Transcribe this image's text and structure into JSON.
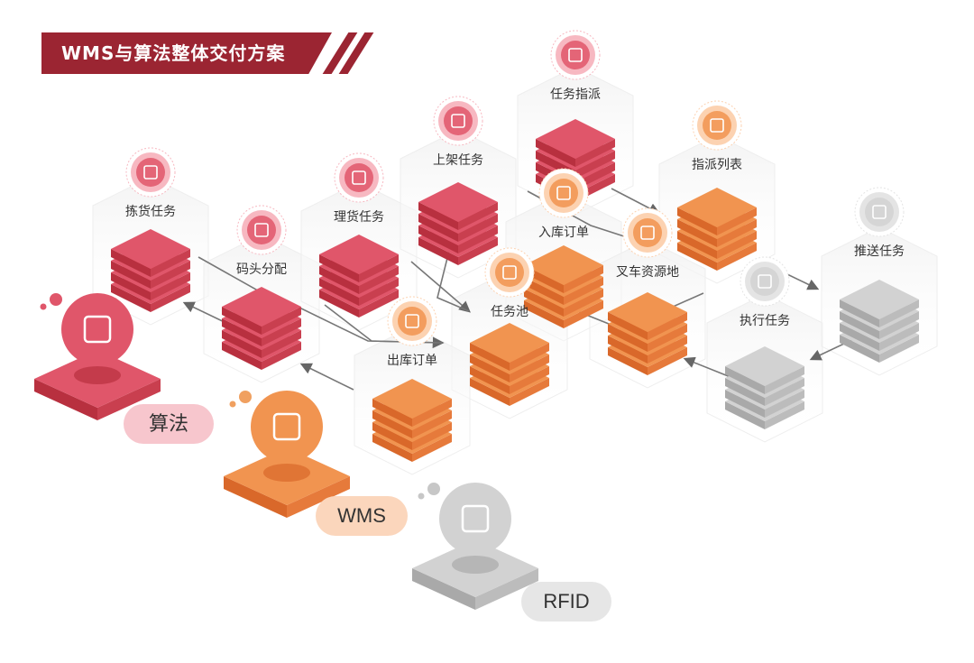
{
  "title": "WMS与算法整体交付方案",
  "nodes": {
    "picking": {
      "label": "拣货任务",
      "icon": "robot-arm-icon",
      "theme": "red"
    },
    "dock": {
      "label": "码头分配",
      "icon": "truck-dock-icon",
      "theme": "red"
    },
    "tidy": {
      "label": "理货任务",
      "icon": "box-icon",
      "theme": "red"
    },
    "shelving": {
      "label": "上架任务",
      "icon": "shelf-box-icon",
      "theme": "red"
    },
    "dispatch": {
      "label": "任务指派",
      "icon": "worker-desk-icon",
      "theme": "red"
    },
    "dispatch_list": {
      "label": "指派列表",
      "icon": "list-icon",
      "theme": "orange"
    },
    "inbound": {
      "label": "入库订单",
      "icon": "clipboard-icon",
      "theme": "orange"
    },
    "forklift": {
      "label": "叉车资源地",
      "icon": "forklift-icon",
      "theme": "orange"
    },
    "task_pool": {
      "label": "任务池",
      "icon": "checklist-clock-icon",
      "theme": "orange"
    },
    "outbound": {
      "label": "出库订单",
      "icon": "delivery-truck-icon",
      "theme": "orange"
    },
    "execute": {
      "label": "执行任务",
      "icon": "monitor-check-icon",
      "theme": "gray"
    },
    "push": {
      "label": "推送任务",
      "icon": "paper-plane-icon",
      "theme": "gray"
    }
  },
  "platforms": [
    {
      "label": "算法",
      "icon": "calculator-icon",
      "theme": "red"
    },
    {
      "label": "WMS",
      "icon": "warehouse-icon",
      "theme": "orange"
    },
    {
      "label": "RFID",
      "icon": "scan-frame-icon",
      "theme": "gray"
    }
  ],
  "colors": {
    "banner": "#9b2532",
    "red": "#d9475a",
    "orange": "#ee8537",
    "gray": "#bdbdbd"
  }
}
